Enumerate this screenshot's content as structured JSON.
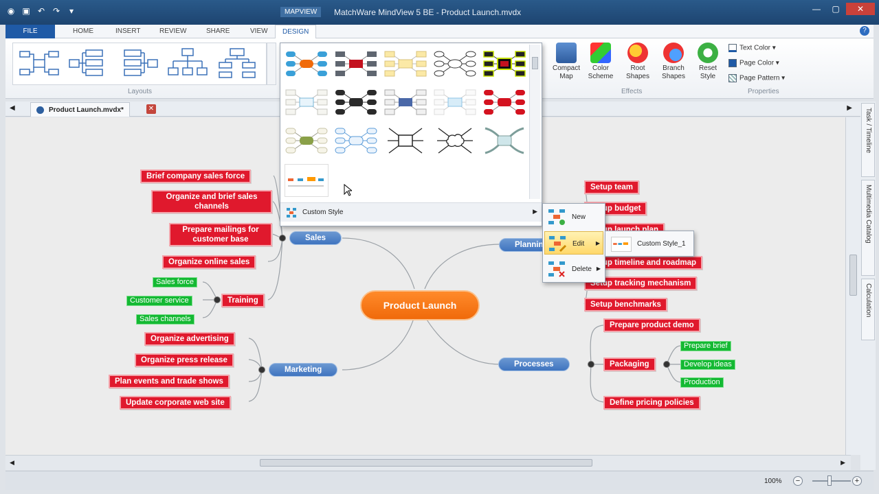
{
  "window": {
    "app_badge": "MAPVIEW",
    "title": "MatchWare MindView 5 BE - Product Launch.mvdx"
  },
  "ribbon_tabs": [
    {
      "label": "FILE"
    },
    {
      "label": "HOME"
    },
    {
      "label": "INSERT"
    },
    {
      "label": "REVIEW"
    },
    {
      "label": "SHARE"
    },
    {
      "label": "VIEW"
    },
    {
      "label": "DESIGN"
    }
  ],
  "ribbon": {
    "layouts_label": "Layouts",
    "effects_label": "Effects",
    "properties_label": "Properties",
    "compact_map": "Compact Map",
    "color_scheme": "Color Scheme",
    "root_shapes": "Root Shapes",
    "branch_shapes": "Branch Shapes",
    "reset_style": "Reset Style",
    "text_color": "Text Color",
    "page_color": "Page Color",
    "page_pattern": "Page Pattern"
  },
  "document": {
    "tab_label": "Product Launch.mvdx*"
  },
  "side_tabs": [
    "Task / Timeline",
    "Multimedia Catalog",
    "Calculation"
  ],
  "status": {
    "zoom": "100%"
  },
  "gallery": {
    "custom_style": "Custom Style"
  },
  "submenu": {
    "new": "New",
    "edit": "Edit",
    "delete": "Delete",
    "custom_style_1": "Custom Style_1"
  },
  "map": {
    "center": "Product Launch",
    "sales": "Sales",
    "marketing": "Marketing",
    "planning": "Planning",
    "processes": "Processes",
    "sales_children": [
      "Brief company sales force",
      "Organize and brief sales channels",
      "Prepare mailings for customer base",
      "Organize online sales",
      "Training"
    ],
    "training_children": [
      "Sales force",
      "Customer service",
      "Sales channels"
    ],
    "marketing_children": [
      "Organize advertising",
      "Organize press release",
      "Plan events and trade shows",
      "Update corporate web site"
    ],
    "planning_children": [
      "Setup team",
      "Setup budget",
      "Setup launch plan",
      "Setup timeline and roadmap",
      "Setup tracking mechanism",
      "Setup benchmarks"
    ],
    "processes_children": [
      "Prepare product demo",
      "Packaging",
      "Define pricing policies"
    ],
    "packaging_children": [
      "Prepare brief",
      "Develop ideas",
      "Production"
    ]
  },
  "colors": {
    "topic_red": "#e0192d",
    "topic_green": "#14b933",
    "main_blue": "#3f74bf",
    "center_orange": "#f06a0a"
  }
}
